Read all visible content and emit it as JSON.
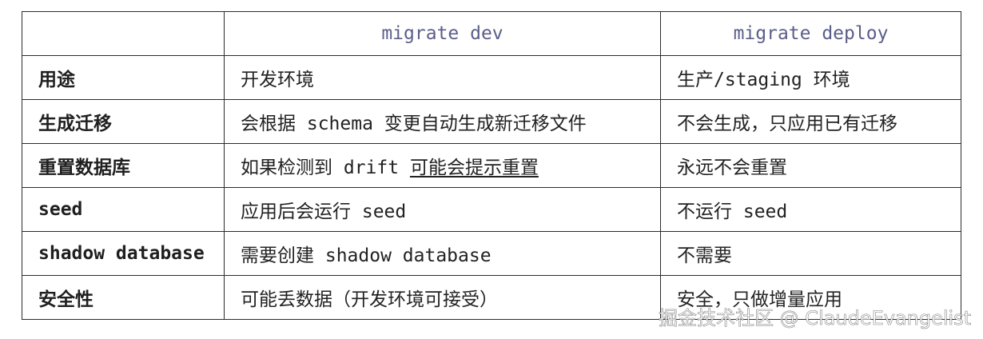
{
  "table": {
    "header": [
      "",
      "migrate dev",
      "migrate deploy"
    ],
    "rows": [
      {
        "label": "用途",
        "dev": "开发环境",
        "deploy": "生产/staging 环境"
      },
      {
        "label": "生成迁移",
        "dev": "会根据 schema 变更自动生成新迁移文件",
        "deploy": "不会生成，只应用已有迁移"
      },
      {
        "label": "重置数据库",
        "dev_prefix": "如果检测到 drift ",
        "dev_underlined": "可能会提示重置",
        "deploy": "永远不会重置"
      },
      {
        "label": "seed",
        "dev": "应用后会运行 seed",
        "deploy": "不运行 seed"
      },
      {
        "label": "shadow database",
        "dev": "需要创建 shadow database",
        "deploy": "不需要"
      },
      {
        "label": "安全性",
        "dev": "可能丢数据（开发环境可接受）",
        "deploy": "安全，只做增量应用"
      }
    ]
  },
  "watermark": "掘金技术社区 @ ClaudeEvangelist",
  "colors": {
    "header_text": "#5b5e8a",
    "border": "#2b2b2b"
  }
}
